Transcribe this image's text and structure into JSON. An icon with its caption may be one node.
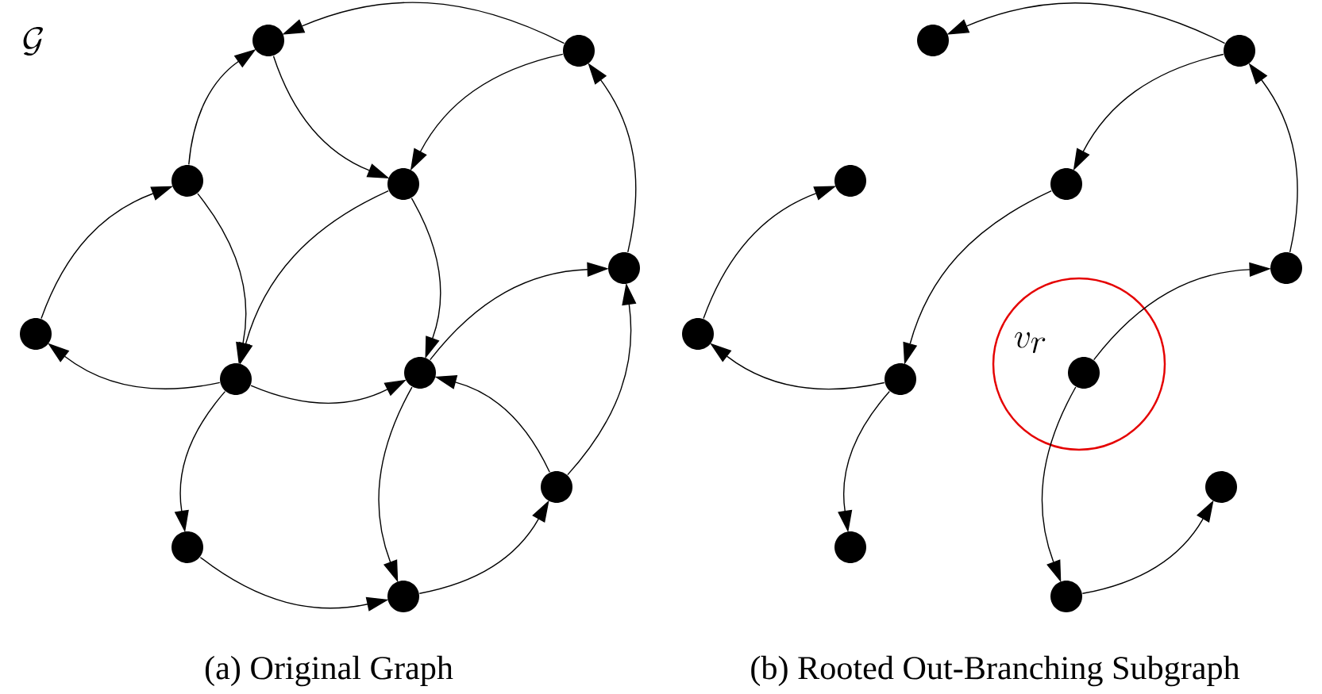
{
  "diagram": {
    "nodes": [
      {
        "text": [],
        "shape": "circle"
      },
      {
        "text": [],
        "shape": "circle"
      },
      {
        "text": [],
        "shape": "circle"
      },
      {
        "text": [],
        "shape": "circle"
      },
      {
        "text": [],
        "shape": "circle"
      },
      {
        "text": [],
        "shape": "circle"
      },
      {
        "text": [],
        "shape": "circle"
      },
      {
        "text": [],
        "shape": "circle"
      },
      {
        "text": [],
        "shape": "circle"
      },
      {
        "text": [],
        "shape": "circle"
      },
      {
        "text": [],
        "shape": "circle"
      },
      {
        "text": [],
        "shape": "circle"
      },
      {
        "text": [],
        "shape": "circle"
      },
      {
        "text": [],
        "shape": "circle"
      },
      {
        "text": [],
        "shape": "circle"
      },
      {
        "text": [],
        "shape": "circle"
      },
      {
        "text": [],
        "shape": "circle"
      },
      {
        "text": [],
        "shape": "circle"
      },
      {
        "text": [],
        "shape": "circle"
      },
      {
        "text": [],
        "shape": "circle"
      },
      {
        "text": [],
        "shape": "circle"
      },
      {
        "text": [],
        "shape": "circle"
      }
    ],
    "edges": [
      {
        "from": 1,
        "to": 0,
        "arrow": "to"
      },
      {
        "from": 2,
        "to": 0,
        "arrow": "to"
      },
      {
        "from": 0,
        "to": 3,
        "arrow": "to"
      },
      {
        "from": 1,
        "to": 3,
        "arrow": "to"
      },
      {
        "from": 4,
        "to": 2,
        "arrow": "to"
      },
      {
        "from": 2,
        "to": 5,
        "arrow": "to"
      },
      {
        "from": 3,
        "to": 5,
        "arrow": "to"
      },
      {
        "from": 3,
        "to": 7,
        "arrow": "to"
      },
      {
        "from": 5,
        "to": 4,
        "arrow": "to"
      },
      {
        "from": 5,
        "to": 7,
        "arrow": "to"
      },
      {
        "from": 7,
        "to": 6,
        "arrow": "to"
      },
      {
        "from": 6,
        "to": 1,
        "arrow": "to"
      },
      {
        "from": 8,
        "to": 7,
        "arrow": "to"
      },
      {
        "from": 8,
        "to": 6,
        "arrow": "to"
      },
      {
        "from": 7,
        "to": 10,
        "arrow": "to"
      },
      {
        "from": 5,
        "to": 9,
        "arrow": "to"
      },
      {
        "from": 9,
        "to": 10,
        "arrow": "to"
      },
      {
        "from": 10,
        "to": 8,
        "arrow": "to"
      },
      {
        "from": 12,
        "to": 11,
        "arrow": "to"
      },
      {
        "from": 12,
        "to": 14,
        "arrow": "to"
      },
      {
        "from": 15,
        "to": 13,
        "arrow": "to"
      },
      {
        "from": 14,
        "to": 16,
        "arrow": "to"
      },
      {
        "from": 16,
        "to": 15,
        "arrow": "to"
      },
      {
        "from": 16,
        "to": 20,
        "arrow": "to"
      },
      {
        "from": 18,
        "to": 17,
        "arrow": "to"
      },
      {
        "from": 17,
        "to": 12,
        "arrow": "to"
      },
      {
        "from": 18,
        "to": 21,
        "arrow": "to"
      },
      {
        "from": 21,
        "to": 19,
        "arrow": "to"
      }
    ],
    "labels": [
      "\\mathcal{G}",
      "v_r",
      "(a) Original Graph",
      "(b) Rooted Out-Branching Subgraph"
    ]
  }
}
